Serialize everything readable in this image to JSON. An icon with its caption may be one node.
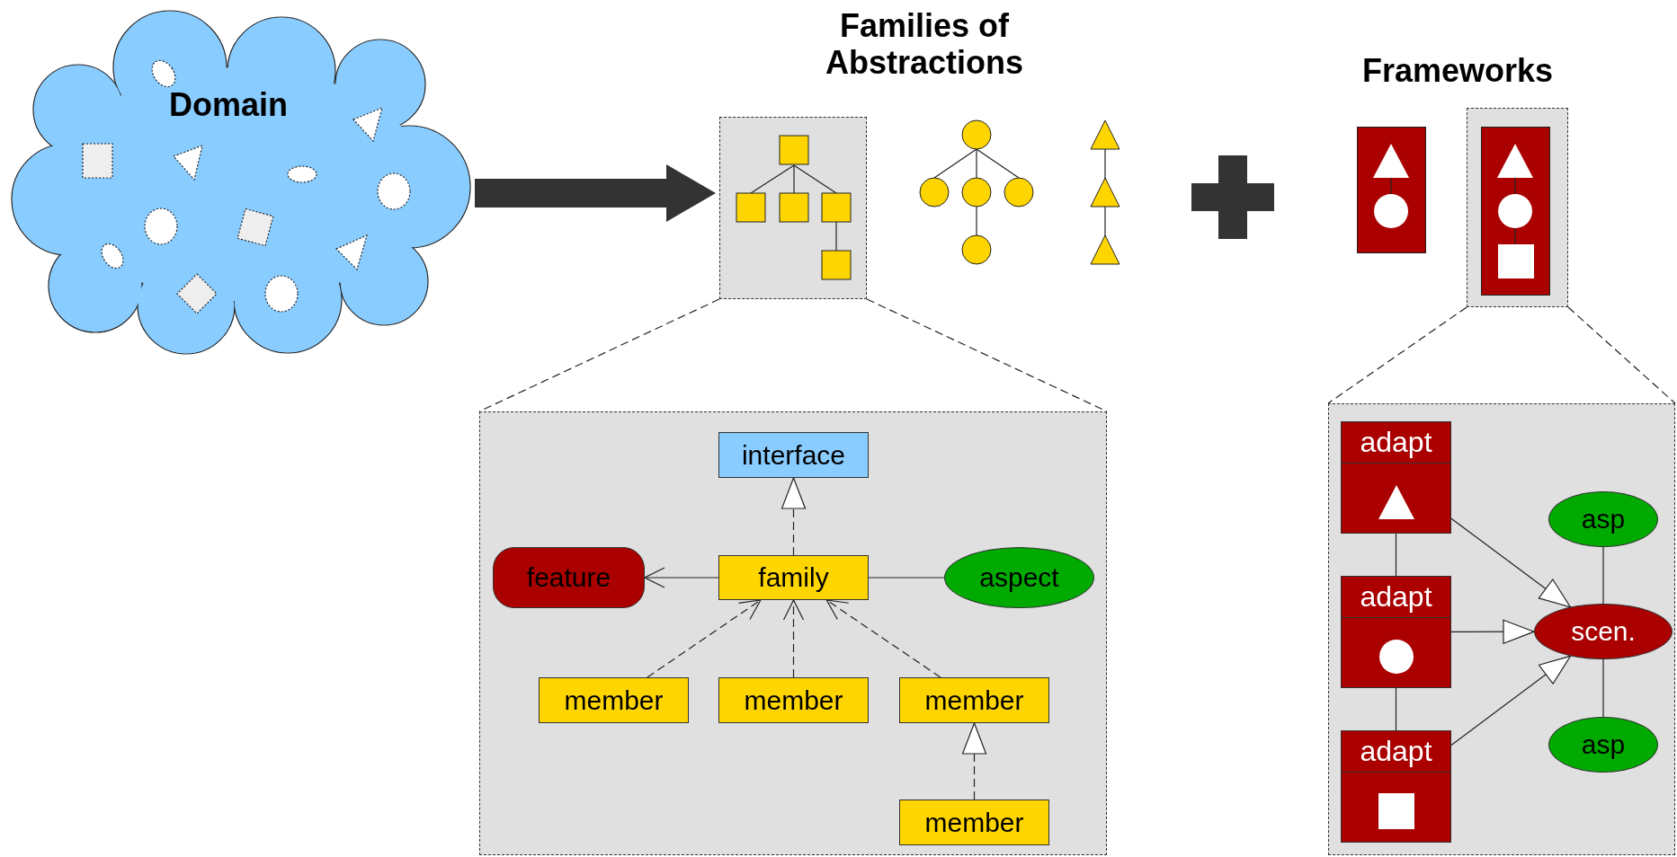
{
  "diagram": {
    "nodes": [
      {
        "text": [
          "Domain"
        ]
      },
      {
        "text": [],
        "shape": "box"
      },
      {
        "text": [],
        "shape": "box"
      },
      {
        "text": [],
        "shape": "box"
      },
      {
        "text": [
          "interface"
        ],
        "in": 3
      },
      {
        "text": [
          "feature"
        ],
        "in": 3
      },
      {
        "text": [
          "family"
        ],
        "in": 3
      },
      {
        "text": [
          "aspect"
        ],
        "in": 3
      },
      {
        "text": [
          "member"
        ],
        "in": 3
      },
      {
        "text": [
          "member"
        ],
        "in": 3
      },
      {
        "text": [
          "member"
        ],
        "in": 3
      },
      {
        "text": [
          "member"
        ],
        "in": 3
      },
      {
        "text": [],
        "shape": "box"
      },
      {
        "text": [
          "adapt"
        ],
        "in": 12
      },
      {
        "text": [
          "asp"
        ],
        "in": 12
      },
      {
        "text": [
          "adapt"
        ],
        "in": 12
      },
      {
        "text": [
          "scen."
        ],
        "in": 12
      },
      {
        "text": [
          "adapt"
        ],
        "in": 12
      },
      {
        "text": [
          "asp"
        ],
        "in": 12
      }
    ],
    "edges": [
      {
        "from": 0,
        "to": 1,
        "arrow": "to",
        "style": "thick",
        "color": "#333333"
      },
      {
        "from": 1,
        "to": 3,
        "arrow": "none",
        "style": "dashed"
      },
      {
        "from": 1,
        "to": 3,
        "arrow": "none",
        "style": "dashed"
      },
      {
        "from": 2,
        "to": 12,
        "arrow": "none",
        "style": "dashed"
      },
      {
        "from": 2,
        "to": 12,
        "arrow": "none",
        "style": "dashed"
      },
      {
        "from": 6,
        "to": 4,
        "arrow": "to",
        "style": "dashed"
      },
      {
        "from": 6,
        "to": 5,
        "arrow": "to"
      },
      {
        "from": 6,
        "to": 7,
        "arrow": "none"
      },
      {
        "from": 8,
        "to": 6,
        "arrow": "to",
        "style": "dashed"
      },
      {
        "from": 9,
        "to": 6,
        "arrow": "to",
        "style": "dashed"
      },
      {
        "from": 10,
        "to": 6,
        "arrow": "to",
        "style": "dashed"
      },
      {
        "from": 11,
        "to": 10,
        "arrow": "to",
        "style": "dashed"
      },
      {
        "from": 13,
        "to": 15,
        "arrow": "none"
      },
      {
        "from": 15,
        "to": 17,
        "arrow": "none"
      },
      {
        "from": 13,
        "to": 16,
        "arrow": "to"
      },
      {
        "from": 15,
        "to": 16,
        "arrow": "to"
      },
      {
        "from": 17,
        "to": 16,
        "arrow": "to"
      },
      {
        "from": 14,
        "to": 16,
        "arrow": "none"
      },
      {
        "from": 16,
        "to": 18,
        "arrow": "none"
      }
    ],
    "labels": [
      "Families of Abstractions",
      "Frameworks"
    ]
  }
}
